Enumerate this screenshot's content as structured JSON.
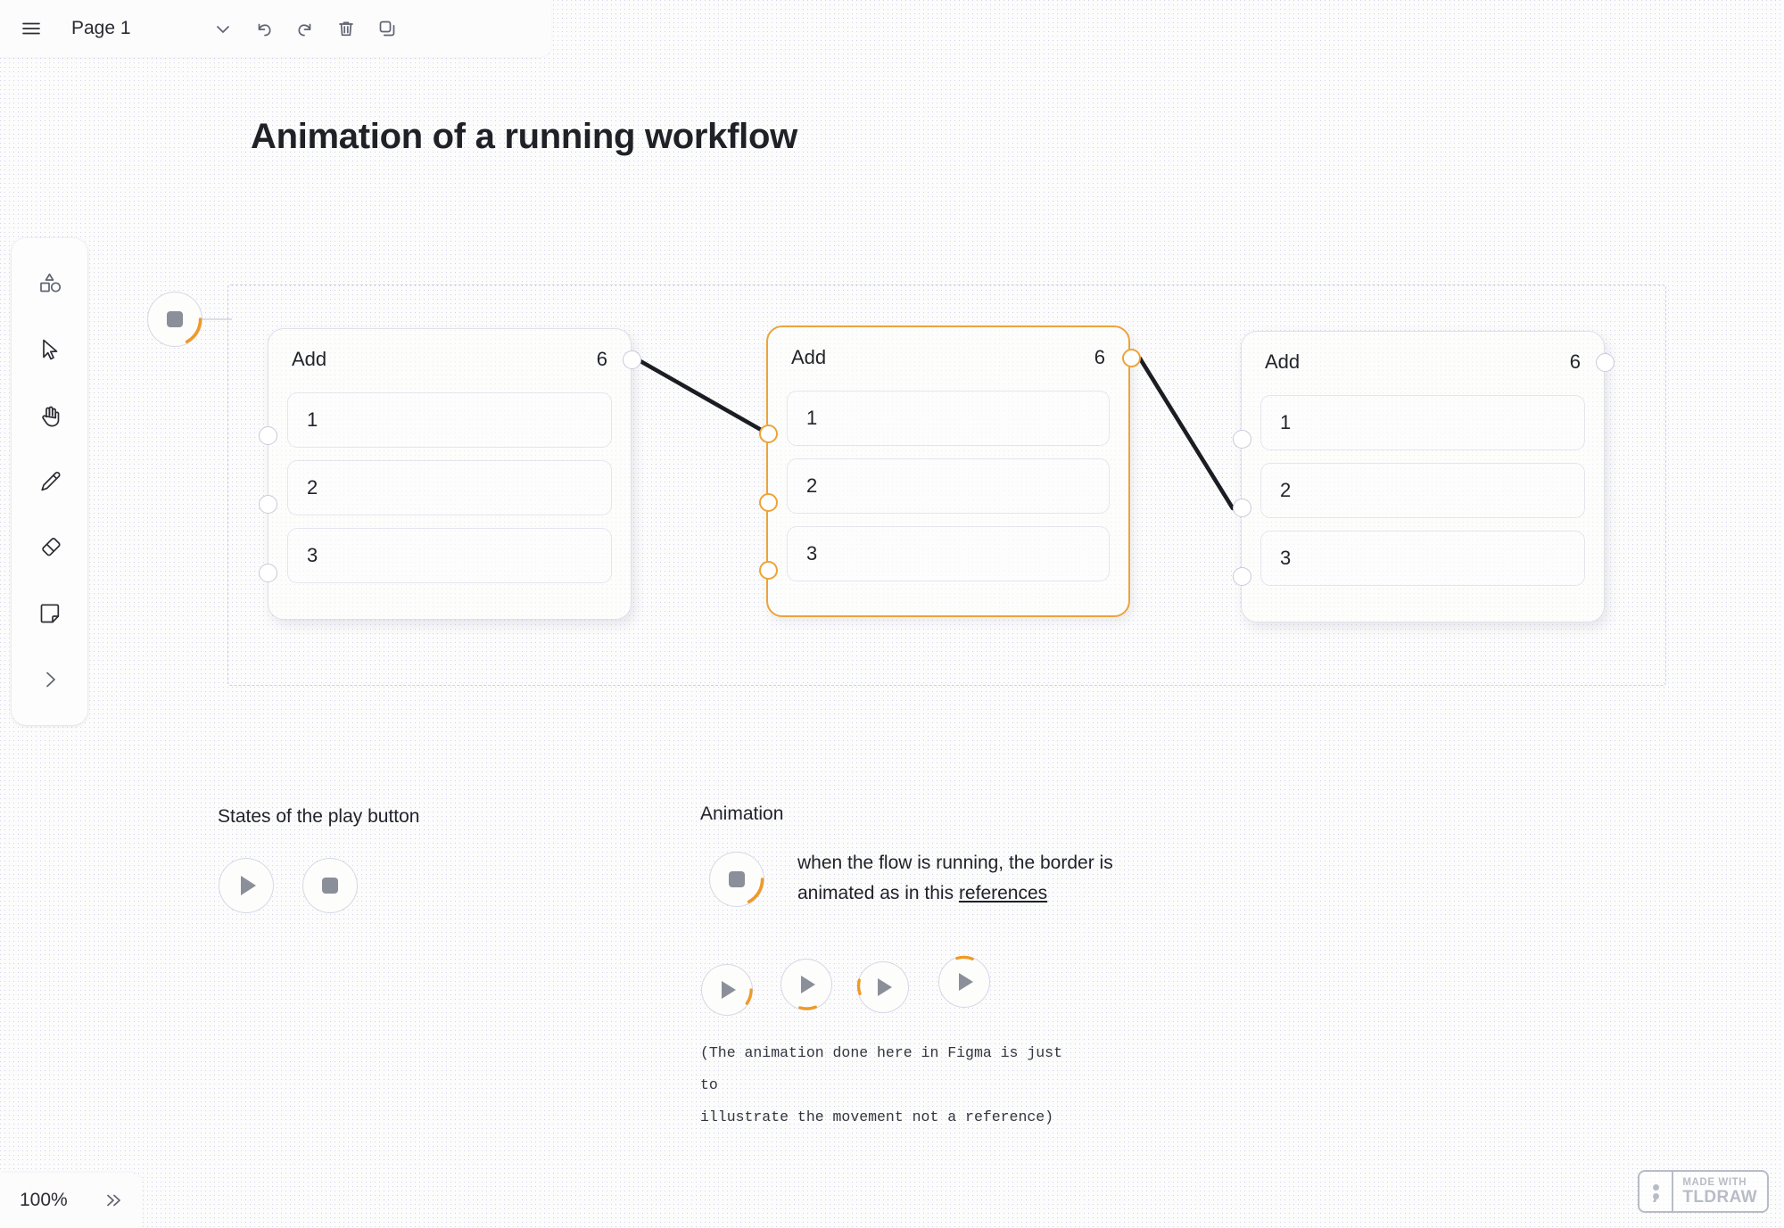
{
  "app": {
    "accent_orange": "#EDA33A",
    "canvas_bg": "#FCFCFC"
  },
  "topbar": {
    "menu_icon": "hamburger-menu-icon",
    "page_name": "Page 1",
    "page_dropdown_icon": "chevron-down-icon",
    "undo_icon": "undo-icon",
    "redo_icon": "redo-icon",
    "delete_icon": "trash-icon",
    "duplicate_icon": "duplicate-icon",
    "more_icon": "more-vertical-icon"
  },
  "toolbar": {
    "tools": [
      {
        "name": "shapes-tool",
        "icon": "shapes-icon"
      },
      {
        "name": "select-tool",
        "icon": "cursor-arrow-icon"
      },
      {
        "name": "hand-tool",
        "icon": "hand-icon"
      },
      {
        "name": "draw-tool",
        "icon": "pencil-icon"
      },
      {
        "name": "eraser-tool",
        "icon": "eraser-icon"
      },
      {
        "name": "note-tool",
        "icon": "sticky-note-icon"
      },
      {
        "name": "more-tools",
        "icon": "chevron-right-icon"
      }
    ]
  },
  "canvas": {
    "title": "Animation of a running workflow",
    "run_button": {
      "state": "stop",
      "icon": "stop-square-icon",
      "progress_arc": true
    },
    "nodes": [
      {
        "id": "node-1",
        "label": "Add",
        "output_value": "6",
        "active": false,
        "inputs": [
          "1",
          "2",
          "3"
        ]
      },
      {
        "id": "node-2",
        "label": "Add",
        "output_value": "6",
        "active": true,
        "inputs": [
          "1",
          "2",
          "3"
        ]
      },
      {
        "id": "node-3",
        "label": "Add",
        "output_value": "6",
        "active": false,
        "inputs": [
          "1",
          "2",
          "3"
        ]
      }
    ],
    "connections": [
      {
        "from": "node-1.output",
        "to": "node-2.input-1"
      },
      {
        "from": "node-2.output",
        "to": "node-3.input-2"
      }
    ]
  },
  "annotations": {
    "play_states": {
      "title": "States of the play button",
      "buttons": [
        {
          "name": "play-button-idle",
          "icon": "play-triangle-icon"
        },
        {
          "name": "play-button-running",
          "icon": "stop-square-icon"
        }
      ]
    },
    "animation": {
      "title": "Animation",
      "demo_button": {
        "icon": "stop-square-icon",
        "progress_arc": true
      },
      "description_line_1": "when the flow is running, the border is",
      "description_line_2_prefix": "animated as in this ",
      "description_link": "references",
      "frames": [
        {
          "name": "animation-frame-1",
          "icon": "play-triangle-icon",
          "arc_position": "right"
        },
        {
          "name": "animation-frame-2",
          "icon": "play-triangle-icon",
          "arc_position": "bottom"
        },
        {
          "name": "animation-frame-3",
          "icon": "play-triangle-icon",
          "arc_position": "left"
        },
        {
          "name": "animation-frame-4",
          "icon": "play-triangle-icon",
          "arc_position": "top"
        }
      ],
      "footnote_line_1": "(The animation done here in Figma is just to",
      "footnote_line_2": "illustrate the movement not a reference)"
    }
  },
  "statusbar": {
    "zoom_level": "100%",
    "expand_icon": "chevrons-right-icon"
  },
  "watermark": {
    "made_with": "MADE WITH",
    "brand": "TLDRAW"
  }
}
